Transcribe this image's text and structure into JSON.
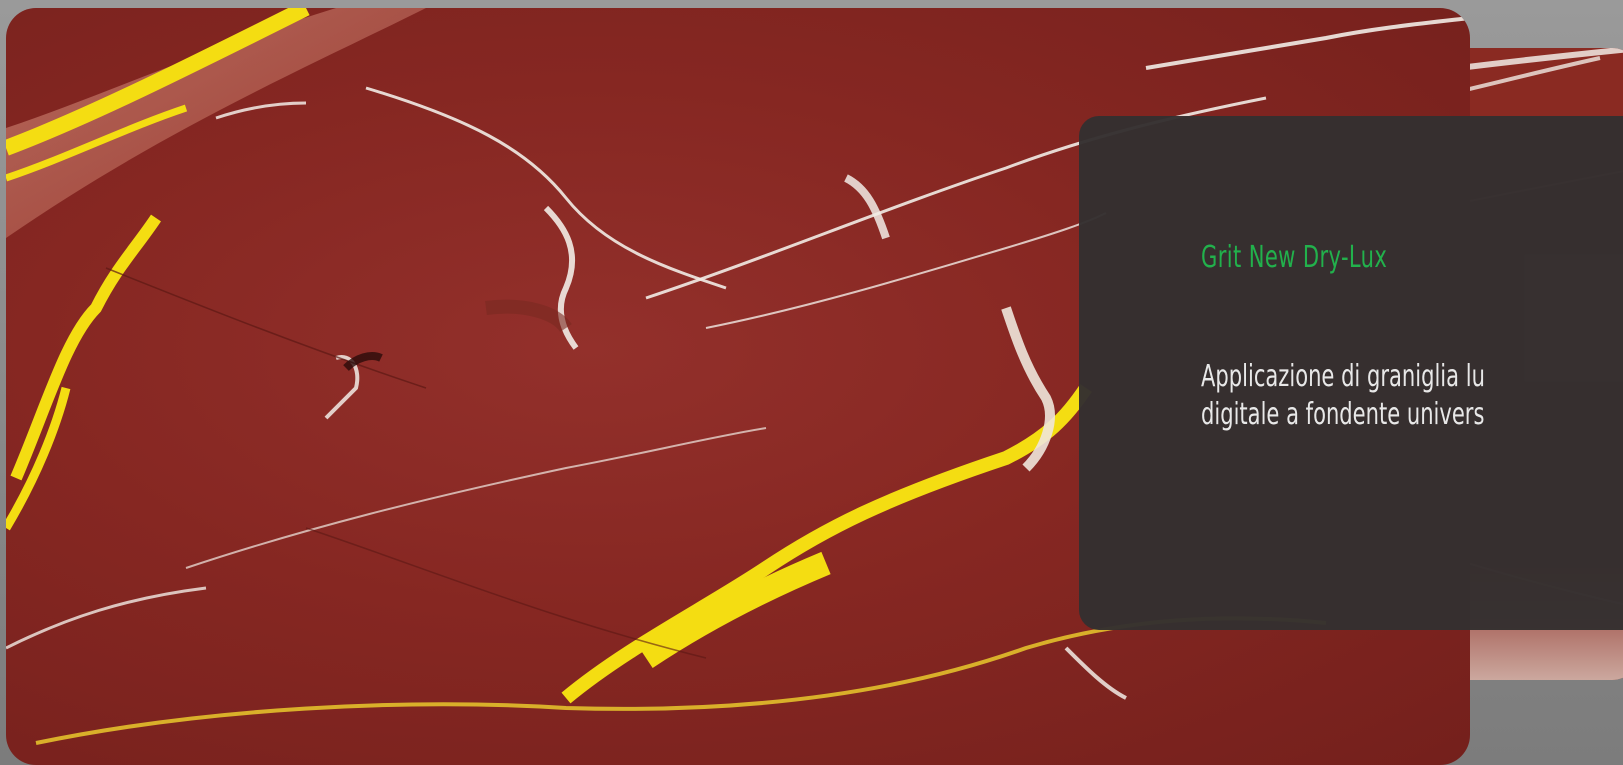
{
  "slide": {
    "title": "Grit New Dry-Lux",
    "description_line1": "Applicazione di graniglia lu",
    "description_line2": "digitale a fondente univers"
  },
  "colors": {
    "title": "#22b14c",
    "description": "#e8e8e8",
    "panel_background": "#343030",
    "marble_base": "#862722",
    "vein_white": "#f2ece6",
    "vein_yellow": "#f4dd12"
  },
  "image": {
    "subject": "red marble slab with white and yellow veins"
  }
}
